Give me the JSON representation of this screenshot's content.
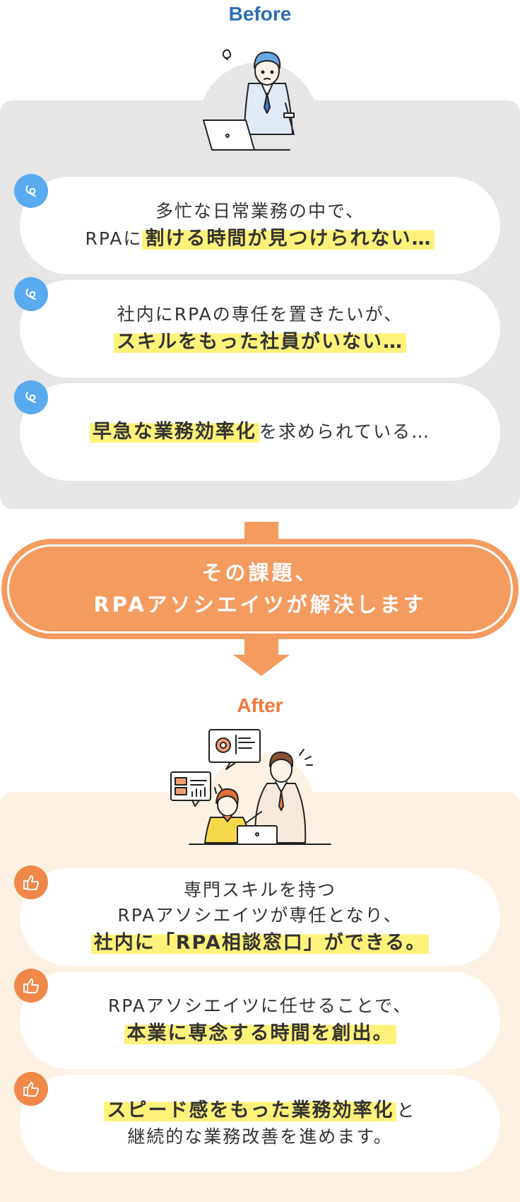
{
  "before": {
    "label": "Before",
    "problems": [
      {
        "lines": [
          {
            "parts": [
              {
                "t": "多忙な日常業務の中で、",
                "hl": false
              }
            ]
          },
          {
            "parts": [
              {
                "t": "RPAに",
                "hl": false
              },
              {
                "t": "割ける時間が見つけられない…",
                "hl": true
              }
            ]
          }
        ]
      },
      {
        "lines": [
          {
            "parts": [
              {
                "t": "社内にRPAの専任を置きたいが、",
                "hl": false
              }
            ]
          },
          {
            "parts": [
              {
                "t": "スキルをもった社員がいない…",
                "hl": true
              }
            ]
          }
        ]
      },
      {
        "lines": [
          {
            "parts": [
              {
                "t": "早急な業務効率化",
                "hl": true
              },
              {
                "t": "を求められている…",
                "hl": false
              }
            ]
          }
        ]
      }
    ]
  },
  "solution": {
    "line1": "その課題、",
    "line2": "RPAアソシエイツが解決します"
  },
  "after": {
    "label": "After",
    "benefits": [
      {
        "lines": [
          {
            "parts": [
              {
                "t": "専門スキルを持つ",
                "hl": false
              }
            ]
          },
          {
            "parts": [
              {
                "t": "RPAアソシエイツが専任となり、",
                "hl": false
              }
            ]
          },
          {
            "parts": [
              {
                "t": "社内に「RPA相談窓口」ができる。",
                "hl": true
              }
            ]
          }
        ]
      },
      {
        "lines": [
          {
            "parts": [
              {
                "t": "RPAアソシエイツに任せることで、",
                "hl": false
              }
            ]
          },
          {
            "parts": [
              {
                "t": "本業に専念する時間を創出。",
                "hl": true
              }
            ]
          }
        ]
      },
      {
        "lines": [
          {
            "parts": [
              {
                "t": "スピード感をもった業務効率化",
                "hl": true
              },
              {
                "t": "と",
                "hl": false
              }
            ]
          },
          {
            "parts": [
              {
                "t": "継続的な業務改善を進めます。",
                "hl": false
              }
            ]
          }
        ]
      }
    ]
  },
  "colors": {
    "blue": "#2e6db4",
    "orange": "#f0773a",
    "arrow": "#f49b60",
    "highlight": "#fff27a"
  },
  "icons": {
    "problem": "swirl-worry-icon",
    "benefit": "thumbs-up-icon"
  }
}
